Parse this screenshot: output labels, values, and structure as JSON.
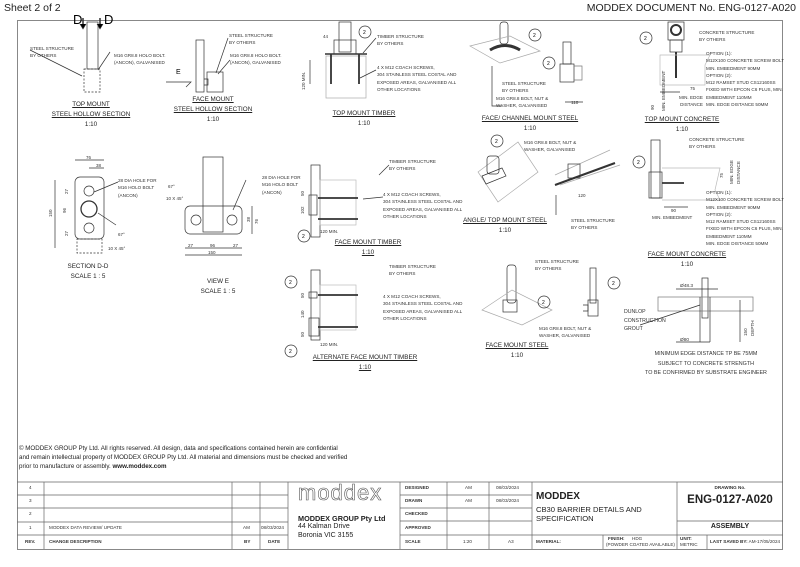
{
  "header": {
    "sheet": "Sheet 2 of 2",
    "document_no": "MODDEX DOCUMENT No. ENG-0127-A020"
  },
  "balloon": "2",
  "views": {
    "top_hollow": {
      "title1": "TOP MOUNT",
      "title2": "STEEL HOLLOW SECTION",
      "scale": "1:10",
      "note1": "STEEL STRUCTURE\nBY OTHERS",
      "note2": "M16 GR8.8 HOLO BOLT.\n(ANCON), GALVANISED",
      "section_mark": "D"
    },
    "face_hollow": {
      "title1": "FACE MOUNT",
      "title2": "STEEL HOLLOW SECTION",
      "scale": "1:10",
      "note1": "STEEL STRUCTURE\nBY OTHERS",
      "note2": "M16 GR8.8 HOLO BOLT.\n(ANCON), GALVANISED",
      "view_mark": "E"
    },
    "top_timber": {
      "title": "TOP MOUNT TIMBER",
      "scale": "1:10",
      "note1": "TIMBER STRUCTURE\nBY OTHERS",
      "note2": "4 X M12 COACH SCREWS,\n304 STAINLESS STEEL COSTAL AND\nEXPOSED AREAS, GALVANISED ALL\nOTHER LOCATIONS",
      "dim1": "44",
      "dim2": "120\nMIN."
    },
    "face_channel_steel": {
      "title": "FACE/ CHANNEL MOUNT STEEL",
      "scale": "1:10",
      "note1": "STEEL STRUCTURE\nBY OTHERS",
      "note2": "M16 GR8.8 BOLT, NUT &\nWASHER, GALVANISED",
      "dim1": "110"
    },
    "top_concrete": {
      "title": "TOP MOUNT CONCRETE",
      "scale": "1:10",
      "note1": "CONCRETE STRUCTURE\nBY OTHERS",
      "note2": "OPTION (1):\nM12X100 CONCRETE SCREW BOLT\nMIN. EMBEDMENT 90mm\nOPTION (2):\nM12 RAMSET STUD CS12160SS\nFIXED WITH EPCON C6 PLUS, MIN.\nEMBEDMENT 110mm\nMIN. EDGE DISTANCE 50mm",
      "dim1": "75",
      "dim1_label": "MIN. EDGE\nDISTANCE",
      "dim2": "90",
      "dim2_label": "MIN. EMBEDMENT"
    },
    "section_dd": {
      "title": "SECTION D-D",
      "scale": "SCALE 1 : 5",
      "note1": "28 DIA HOLE FOR\nM16 HOLO BOLT\n(ANCON)",
      "dims": [
        "76",
        "38",
        "27",
        "96",
        "27",
        "150",
        "67°",
        "10 X 45°"
      ]
    },
    "view_e": {
      "title": "VIEW E",
      "scale": "SCALE 1 : 5",
      "note1": "28 DIA HOLE FOR\nM16 HOLO BOLT\n(ANCON)",
      "dims": [
        "67°",
        "10 X 45°",
        "38",
        "76",
        "27",
        "96",
        "27",
        "150"
      ]
    },
    "face_timber": {
      "title": "FACE MOUNT TIMBER",
      "scale": "1:10",
      "note1": "TIMBER STRUCTURE\nBY OTHERS",
      "note2": "4 X M12 COACH SCREWS,\n304 STAINLESS STEEL COSTAL AND\nEXPOSED AREAS, GALVANISED ALL\nOTHER LOCATIONS",
      "dims": [
        "50",
        "102",
        "120\nMIN."
      ]
    },
    "angle_top_steel": {
      "title": "ANGLE/ TOP MOUNT STEEL",
      "scale": "1:10",
      "note1": "M16 GR8.8 BOLT, NUT &\nWASHER, GALVANISED",
      "note2": "STEEL STRUCTURE\nBY OTHERS",
      "dim1": "120"
    },
    "face_concrete": {
      "title": "FACE MOUNT CONCRETE",
      "scale": "1:10",
      "note1": "CONCRETE STRUCTURE\nBY OTHERS",
      "note2": "OPTION (1):\nM12X100 CONCRETE SCREW BOLT\nMIN. EMBEDMENT 90mm\nOPTION (2):\nM12 RAMSET STUD CS12160SS\nFIXED WITH EPCON C6 PLUS, MIN.\nEMBEDMENT 110mm\nMIN. EDGE DISTANCE 50mm",
      "dim1": "75",
      "dim1_label": "MIN. EDGE\nDISTANCE",
      "dim2": "90",
      "dim2_label": "MIN. EMBEDMENT"
    },
    "alt_face_timber": {
      "title": "ALTERNATE FACE MOUNT TIMBER",
      "scale": "1:10",
      "note1": "TIMBER STRUCTURE\nBY OTHERS",
      "note2": "4 X M12 COACH SCREWS,\n304 STAINLESS STEEL COSTAL AND\nEXPOSED AREAS, GALVANISED ALL\nOTHER LOCATIONS",
      "dims": [
        "50",
        "140",
        "50",
        "120\nMIN."
      ]
    },
    "face_steel": {
      "title": "FACE MOUNT STEEL",
      "scale": "1:10",
      "note1": "STEEL STRUCTURE\nBY OTHERS",
      "note2": "M16 GR8.8 BOLT, NUT &\nWASHER, GALVANISED"
    },
    "core_drill": {
      "dia1": "Ø48.3",
      "dia2": "Ø80",
      "depth": "150\nDEPTH",
      "note1": "DUNLOP\nCONSTRUCTION\nGROUT",
      "note2": "MINIMUM EDGE DISTANCE TP BE 75MM\nSUBJECT TO CONCRETE STRENGTH\nTO BE CONFIRMED BY SUBSTRATE ENGINEER"
    }
  },
  "copyright": {
    "text": "© MODDEX GROUP Pty Ltd. All rights reserved. All design, data and specifications contained herein are confidential and remain intellectual property of MODDEX GROUP Pty Ltd. All material and dimensions must be checked and verified prior to manufacture or assembly.",
    "link": "www.moddex.com"
  },
  "title_block": {
    "revisions": [
      {
        "rev": "4",
        "desc": "",
        "by": "",
        "date": ""
      },
      {
        "rev": "3",
        "desc": "",
        "by": "",
        "date": ""
      },
      {
        "rev": "2",
        "desc": "",
        "by": "",
        "date": ""
      },
      {
        "rev": "1",
        "desc": "MODDEX DATA REVIEW/ UPDATE",
        "by": "AM",
        "date": "08/03/2024"
      }
    ],
    "rev_headers": {
      "rev": "REV.",
      "desc": "CHANGE DESCRIPTION",
      "by": "BY",
      "date": "DATE"
    },
    "logo": "moddex",
    "company": "MODDEX GROUP Pty Ltd",
    "address1": "44 Kalman Drive",
    "address2": "Boronia VIC 3155",
    "approvals": [
      {
        "label": "DESIGNED",
        "by": "AM",
        "date": "08/03/2024"
      },
      {
        "label": "DRAWN",
        "by": "AM",
        "date": "08/03/2024"
      },
      {
        "label": "CHECKED",
        "by": "",
        "date": ""
      },
      {
        "label": "APPROVED",
        "by": "",
        "date": ""
      }
    ],
    "scale_label": "SCALE",
    "scale": "1:20",
    "sheet_size": "A3",
    "title": "MODDEX",
    "subtitle": "CB30 BARRIER DETAILS AND SPECIFICATION",
    "drawing_no_label": "DRAWING No.",
    "drawing_no": "ENG-0127-A020",
    "type": "ASSEMBLY",
    "material_label": "MATERIAL:",
    "finish_label": "FINISH:",
    "finish": "HDG",
    "finish_note": "(POWDER COATED AVAILABLE)",
    "unit_label": "UNIT:",
    "unit": "METRIC",
    "last_saved_label": "LAST SAVED BY:",
    "last_saved": "AM-17/05/2024"
  }
}
